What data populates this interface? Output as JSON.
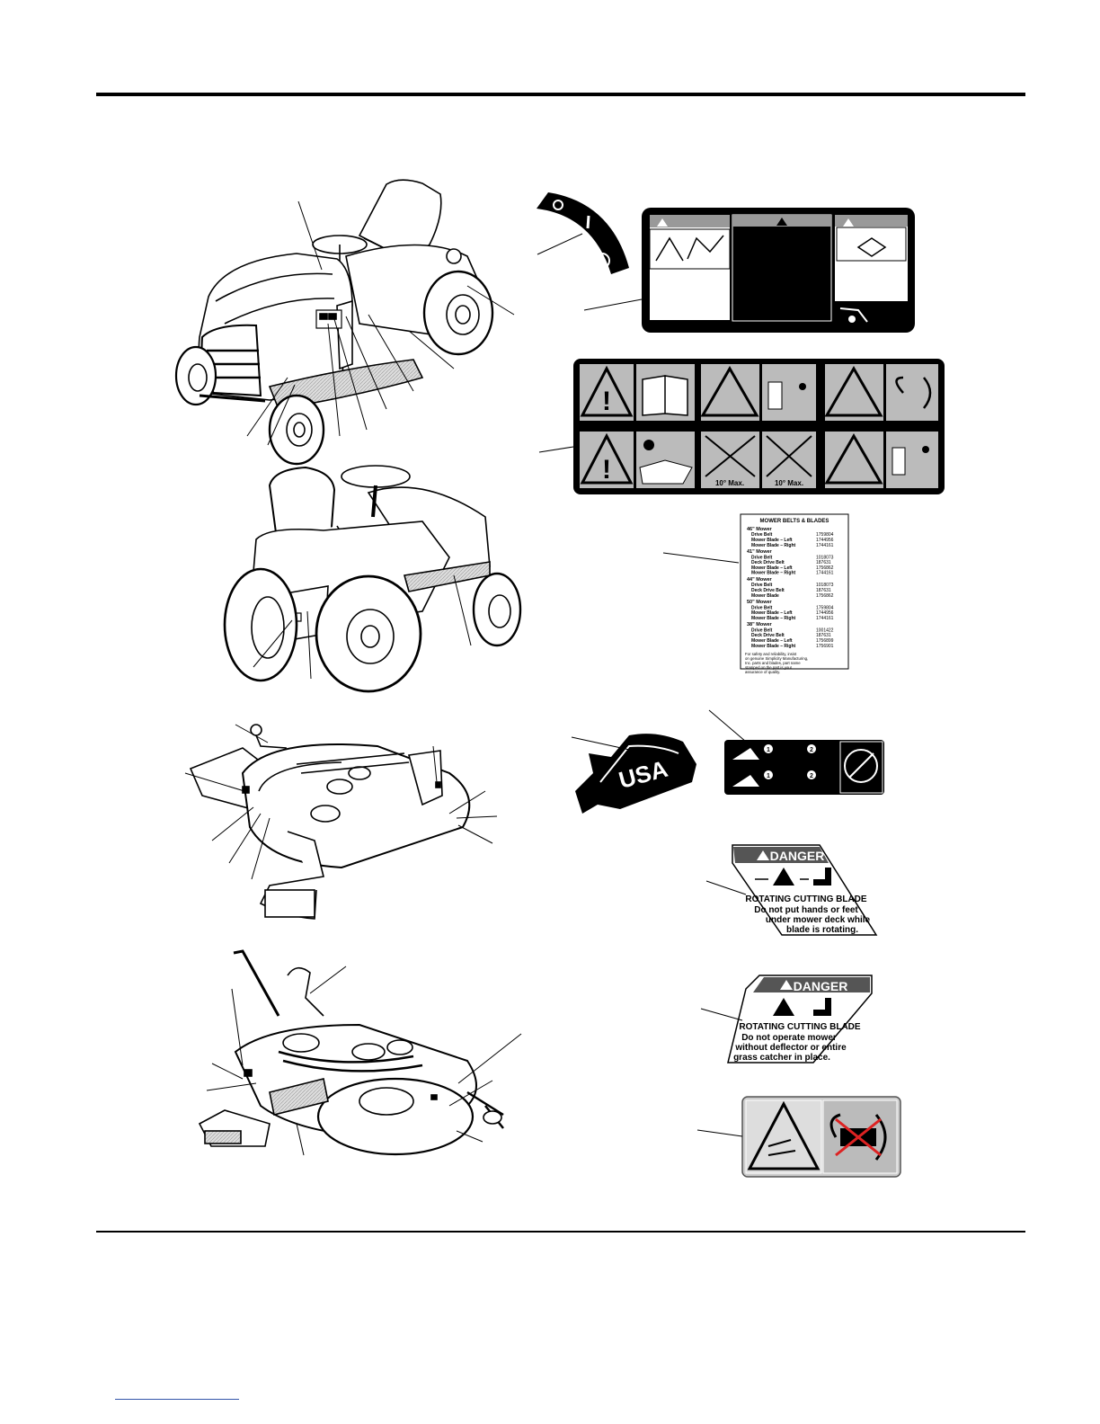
{
  "decals": {
    "usa": {
      "text": "USA"
    },
    "warning_symbol": "!",
    "slope_decal": {
      "limit_left": "10° Max.",
      "limit_right": "10° Max."
    },
    "mower_belts_table": {
      "title": "MOWER BELTS & BLADES",
      "sections": [
        {
          "heading": "46\" Mower",
          "rows": [
            [
              "Drive Belt",
              "1759804"
            ],
            [
              "Mower Blade – Left",
              "1744956"
            ],
            [
              "Mower Blade – Right",
              "1744161"
            ]
          ]
        },
        {
          "heading": "41\" Mower",
          "rows": [
            [
              "Drive Belt",
              "1018073"
            ],
            [
              "Deck Drive Belt",
              "187631"
            ],
            [
              "Mower Blade – Left",
              "1756862"
            ],
            [
              "Mower Blade – Right",
              "1744161"
            ]
          ]
        },
        {
          "heading": "44\" Mower",
          "rows": [
            [
              "Drive Belt",
              "1018073"
            ],
            [
              "Deck Drive Belt",
              "187631"
            ],
            [
              "Mower Blade",
              "1756862"
            ]
          ]
        },
        {
          "heading": "50\" Mower",
          "rows": [
            [
              "Drive Belt",
              "1759804"
            ],
            [
              "Mower Blade – Left",
              "1744956"
            ],
            [
              "Mower Blade – Right",
              "1744161"
            ]
          ]
        },
        {
          "heading": "38\" Mower",
          "rows": [
            [
              "Drive Belt",
              "1001422"
            ],
            [
              "Deck Drive Belt",
              "187631"
            ],
            [
              "Mower Blade – Left",
              "1756899"
            ],
            [
              "Mower Blade – Right",
              "1756901"
            ]
          ]
        }
      ],
      "footer": "For safety and reliability, insist on genuine Simplicity Manufacturing, Inc. parts and blades, part name stamped on the part is your assurance of quality."
    },
    "danger_deck": {
      "header": "DANGER",
      "title": "ROTATING CUTTING BLADE",
      "lines": [
        "Do not put hands or feet",
        "under mower deck while",
        "blade is rotating."
      ]
    },
    "danger_chute": {
      "header": "DANGER",
      "title": "ROTATING CUTTING BLADE",
      "lines": [
        "Do not operate mower",
        "without deflector or entire",
        "grass catcher in place."
      ]
    },
    "pto_decal": {
      "numbers": [
        "1",
        "2",
        "1",
        "2"
      ]
    }
  }
}
